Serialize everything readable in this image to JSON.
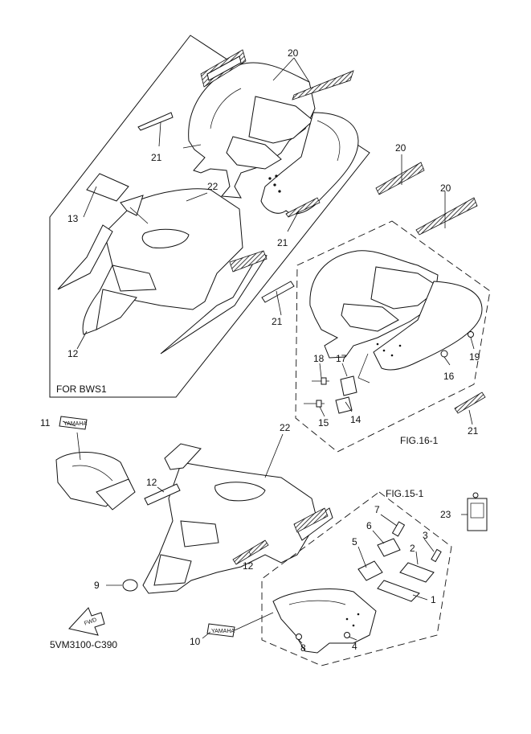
{
  "labels": {
    "c1": "1",
    "c2": "2",
    "c3": "3",
    "c4": "4",
    "c5": "5",
    "c6": "6",
    "c7": "7",
    "c8": "8",
    "c9": "9",
    "c10": "10",
    "c11": "11",
    "c12a": "12",
    "c12b": "12",
    "c12c": "12",
    "c13": "13",
    "c14": "14",
    "c15": "15",
    "c16": "16",
    "c17": "17",
    "c18": "18",
    "c19": "19",
    "c20a": "20",
    "c20b": "20",
    "c20c": "20",
    "c21a": "21",
    "c21b": "21",
    "c21c": "21",
    "c21d": "21",
    "c22a": "22",
    "c22b": "22",
    "c23": "23"
  },
  "boxes": {
    "bws1": "FOR BWS1",
    "fig16": "FIG.16-1",
    "fig15": "FIG.15-1"
  },
  "stickers": {
    "yamaha_a": "YAMAHA",
    "yamaha_b": "YAMAHA",
    "fwd": "FWD"
  },
  "drawing_code": "5VM3100-C390",
  "icons": [
    "fwd-arrow-icon"
  ]
}
